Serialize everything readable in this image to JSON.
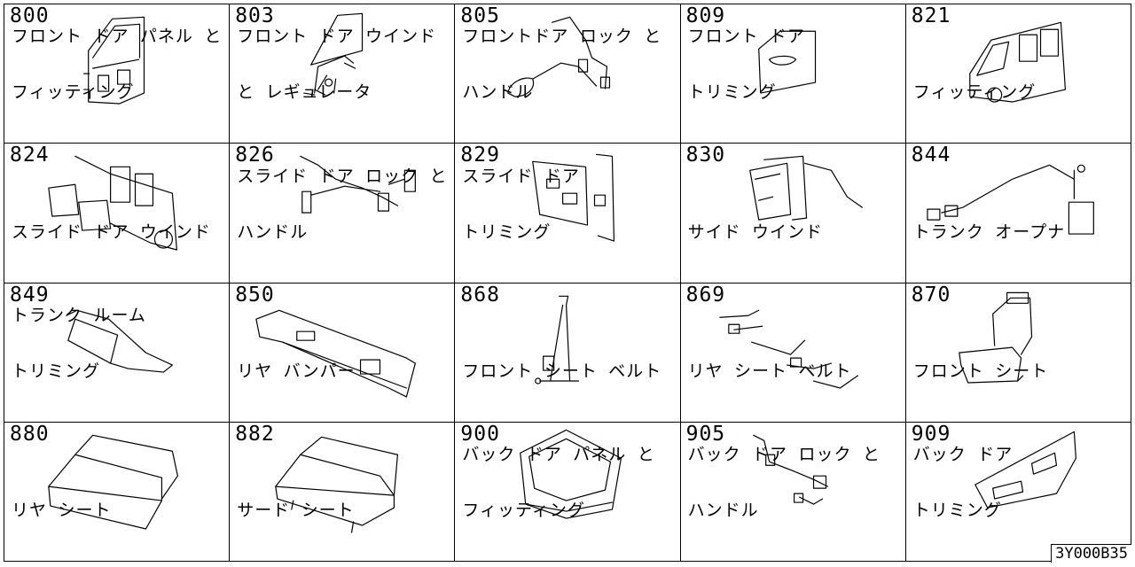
{
  "catalog": {
    "reference_code": "3Y000B35",
    "cells": [
      {
        "code": "800",
        "line1": "フロント ドア パネル と",
        "line2": "フィッティング",
        "icon": "front-door-panel-icon"
      },
      {
        "code": "803",
        "line1": "フロント ドア ウインド",
        "line2": "と レギュレータ",
        "icon": "front-door-window-regulator-icon"
      },
      {
        "code": "805",
        "line1": "フロントドア ロック と",
        "line2": "ハンドル",
        "icon": "front-door-lock-handle-icon"
      },
      {
        "code": "809",
        "line1": "フロント ドア",
        "line2": "トリミング",
        "icon": "front-door-trim-icon"
      },
      {
        "code": "821",
        "line1": "",
        "line2": "フィッティング",
        "icon": "van-body-fitting-icon"
      },
      {
        "code": "824",
        "line1": "",
        "line2": "スライド ドア ウインド",
        "icon": "slide-door-window-icon"
      },
      {
        "code": "826",
        "line1": "スライド ドア ロック と",
        "line2": "ハンドル",
        "icon": "slide-door-lock-handle-icon"
      },
      {
        "code": "829",
        "line1": "スライド ドア",
        "line2": "トリミング",
        "icon": "slide-door-trim-icon"
      },
      {
        "code": "830",
        "line1": "",
        "line2": "サイド ウインド",
        "icon": "side-window-icon"
      },
      {
        "code": "844",
        "line1": "",
        "line2": "トランク オープナ",
        "icon": "trunk-opener-icon"
      },
      {
        "code": "849",
        "line1": "トランク ルーム",
        "line2": "トリミング",
        "icon": "trunk-room-trim-icon"
      },
      {
        "code": "850",
        "line1": "",
        "line2": "リヤ バンパー",
        "icon": "rear-bumper-icon"
      },
      {
        "code": "868",
        "line1": "",
        "line2": "フロント シート ベルト",
        "icon": "front-seat-belt-icon"
      },
      {
        "code": "869",
        "line1": "",
        "line2": "リヤ シート ベルト",
        "icon": "rear-seat-belt-icon"
      },
      {
        "code": "870",
        "line1": "",
        "line2": "フロント シート",
        "icon": "front-seat-icon"
      },
      {
        "code": "880",
        "line1": "",
        "line2": "リヤ シート",
        "icon": "rear-seat-icon"
      },
      {
        "code": "882",
        "line1": "",
        "line2": "サード シート",
        "icon": "third-seat-icon"
      },
      {
        "code": "900",
        "line1": "バック ドア パネル と",
        "line2": "フィッティング",
        "icon": "back-door-panel-icon"
      },
      {
        "code": "905",
        "line1": "バック ドア ロック と",
        "line2": "ハンドル",
        "icon": "back-door-lock-handle-icon"
      },
      {
        "code": "909",
        "line1": "バック ドア",
        "line2": "トリミング",
        "icon": "back-door-trim-icon"
      }
    ]
  }
}
